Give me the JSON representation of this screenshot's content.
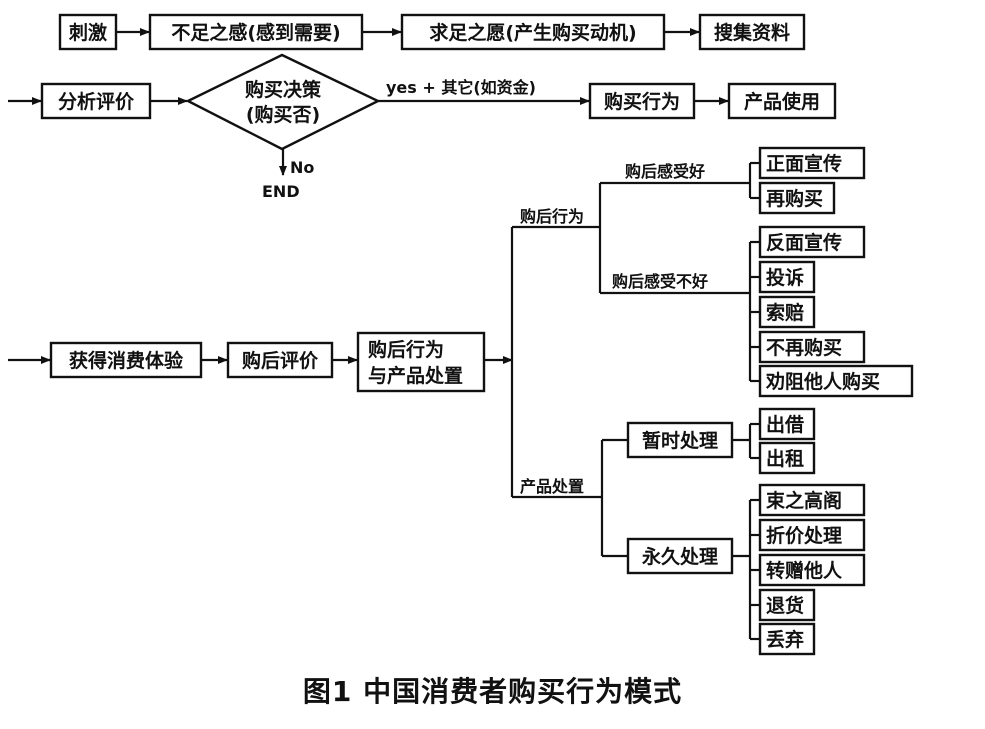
{
  "row1": {
    "stimulus": "刺激",
    "insufficiency": "不足之感(感到需要)",
    "desire": "求足之愿(产生购买动机)",
    "search": "搜集资料"
  },
  "row2": {
    "analysis": "分析评价",
    "decision_line1": "购买决策",
    "decision_line2": "(购买否)",
    "yes_label": "yes + 其它(如资金)",
    "no_label": "No",
    "end_label": "END",
    "purchase": "购买行为",
    "use": "产品使用"
  },
  "row3": {
    "experience": "获得消费体验",
    "post_eval": "购后评价",
    "post_behavior_line1": "购后行为",
    "post_behavior_line2": "与产品处置"
  },
  "branches": {
    "post_purchase_behavior": "购后行为",
    "good_feeling": "购后感受好",
    "bad_feeling": "购后感受不好",
    "disposal": "产品处置",
    "temporary": "暂时处理",
    "permanent": "永久处理"
  },
  "good_leaves": [
    "正面宣传",
    "再购买"
  ],
  "bad_leaves": [
    "反面宣传",
    "投诉",
    "索赔",
    "不再购买",
    "劝阻他人购买"
  ],
  "temp_leaves": [
    "出借",
    "出租"
  ],
  "perm_leaves": [
    "束之高阁",
    "折价处理",
    "转赠他人",
    "退货",
    "丢弃"
  ],
  "caption": "图1  中国消费者购买行为模式"
}
